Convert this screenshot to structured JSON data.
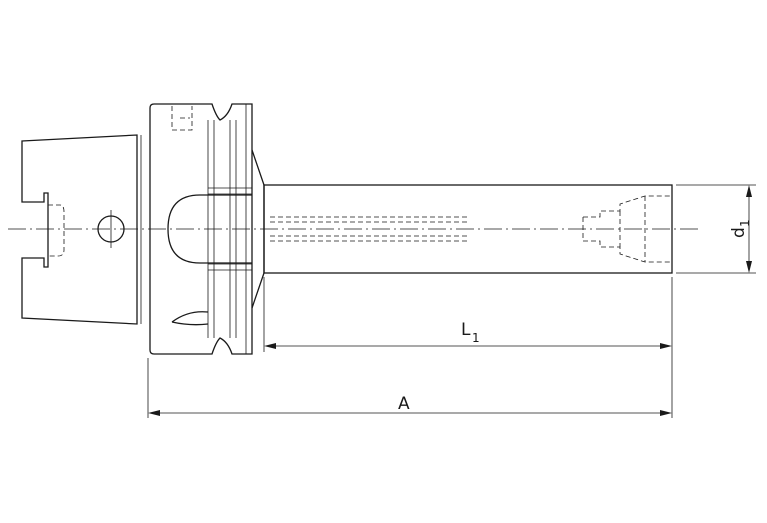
{
  "dimensions": {
    "A": {
      "label": "A"
    },
    "L1": {
      "label": "L",
      "sub": "1"
    },
    "d1": {
      "label": "d",
      "sub": "1"
    }
  }
}
